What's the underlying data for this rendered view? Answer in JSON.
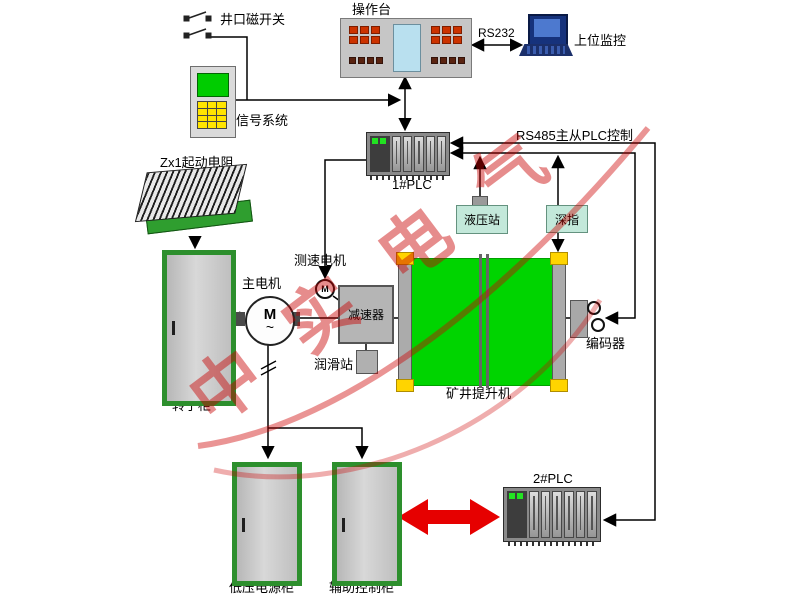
{
  "diagram": {
    "wellhead_switch": "井口磁开关",
    "console": "操作台",
    "rs232": "RS232",
    "host_monitor": "上位监控",
    "signal_system": "信号系统",
    "starting_resistor": "Zx1起动电阻",
    "plc1": "1#PLC",
    "rs485_bus": "RS485主从PLC控制",
    "hydraulic_station": "液压站",
    "depth_indicator": "深指",
    "speed_motor": "测速电机",
    "speed_motor_symbol": "M",
    "main_motor": "主电机",
    "main_motor_symbol": "M",
    "main_motor_wave": "~",
    "reducer": "减速器",
    "lubrication_station": "润滑站",
    "hoist": "矿井提升机",
    "encoder": "编码器",
    "rotor_cabinet": "转子柜",
    "lv_power_cabinet": "低压电源柜",
    "aux_control_cabinet": "辅助控制柜",
    "plc2": "2#PLC",
    "watermark": "中实电气"
  },
  "colors": {
    "cabinet_green": "#2d8f2d",
    "hoist_green": "#00d400",
    "station_cyan": "#c3e8da",
    "screen_green": "#00cc00",
    "keypad_yellow": "#ffe400",
    "watermark_red": "#cc0000",
    "arrow_red": "#e60000",
    "console_key_red": "#cc3300",
    "cap_yellow": "#ffd400"
  }
}
